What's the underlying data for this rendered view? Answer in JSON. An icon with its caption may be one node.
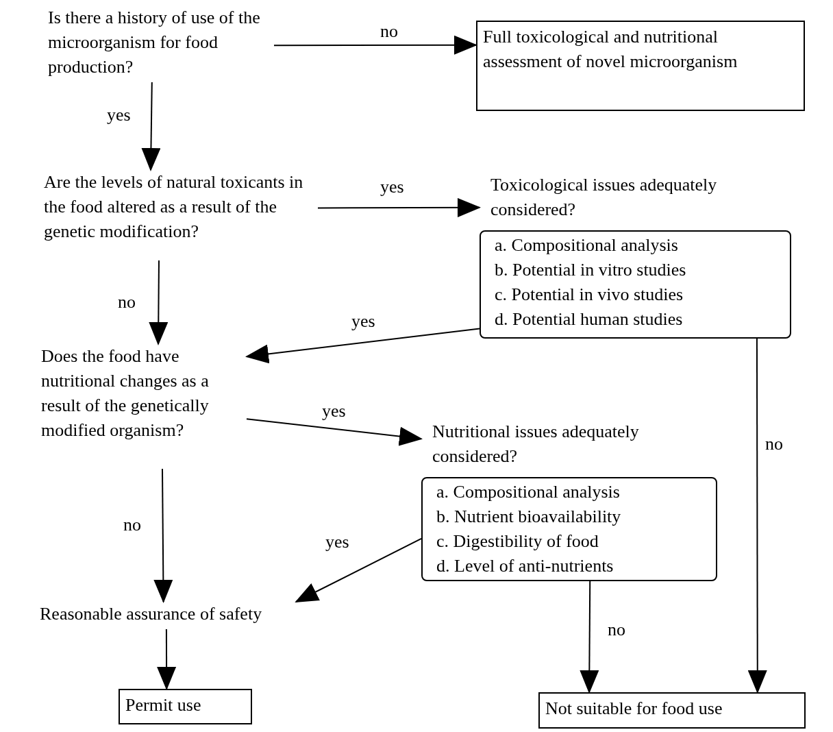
{
  "diagram": {
    "nodes": [
      {
        "text": [
          "Is there a history of use of the microorganism for food production?"
        ]
      },
      {
        "text": [
          "Full toxicological and nutritional assessment of novel microorganism"
        ]
      },
      {
        "text": [
          "Are the levels of natural toxicants in the food altered as a result of the genetic modification?"
        ]
      },
      {
        "text": [
          "Toxicological issues adequately considered?",
          "a. Compositional analysis",
          "b. Potential in vitro studies",
          "c. Potential in vivo studies",
          "d. Potential human studies"
        ]
      },
      {
        "text": [
          "Does the food have nutritional changes as a result of the genetically modified organism?"
        ]
      },
      {
        "text": [
          "Nutritional issues adequately considered?",
          "a. Compositional analysis",
          "b. Nutrient bioavailability",
          "c. Digestibility of food",
          "d. Level of anti-nutrients"
        ]
      },
      {
        "text": [
          "Reasonable assurance of safety"
        ]
      },
      {
        "text": [
          "Permit use"
        ]
      },
      {
        "text": [
          "Not suitable for food use"
        ]
      }
    ],
    "edges": [
      {
        "from": 0,
        "to": 1,
        "arrow": "to",
        "label": "no"
      },
      {
        "from": 0,
        "to": 2,
        "arrow": "to",
        "label": "yes"
      },
      {
        "from": 2,
        "to": 3,
        "arrow": "to",
        "label": "yes"
      },
      {
        "from": 2,
        "to": 4,
        "arrow": "to",
        "label": "no"
      },
      {
        "from": 3,
        "to": 4,
        "arrow": "to",
        "label": "yes"
      },
      {
        "from": 3,
        "to": 8,
        "arrow": "to",
        "label": "no"
      },
      {
        "from": 4,
        "to": 5,
        "arrow": "to",
        "label": "yes"
      },
      {
        "from": 4,
        "to": 6,
        "arrow": "to",
        "label": "no"
      },
      {
        "from": 5,
        "to": 6,
        "arrow": "to",
        "label": "yes"
      },
      {
        "from": 5,
        "to": 8,
        "arrow": "to",
        "label": "no"
      },
      {
        "from": 6,
        "to": 7,
        "arrow": "to"
      }
    ]
  }
}
